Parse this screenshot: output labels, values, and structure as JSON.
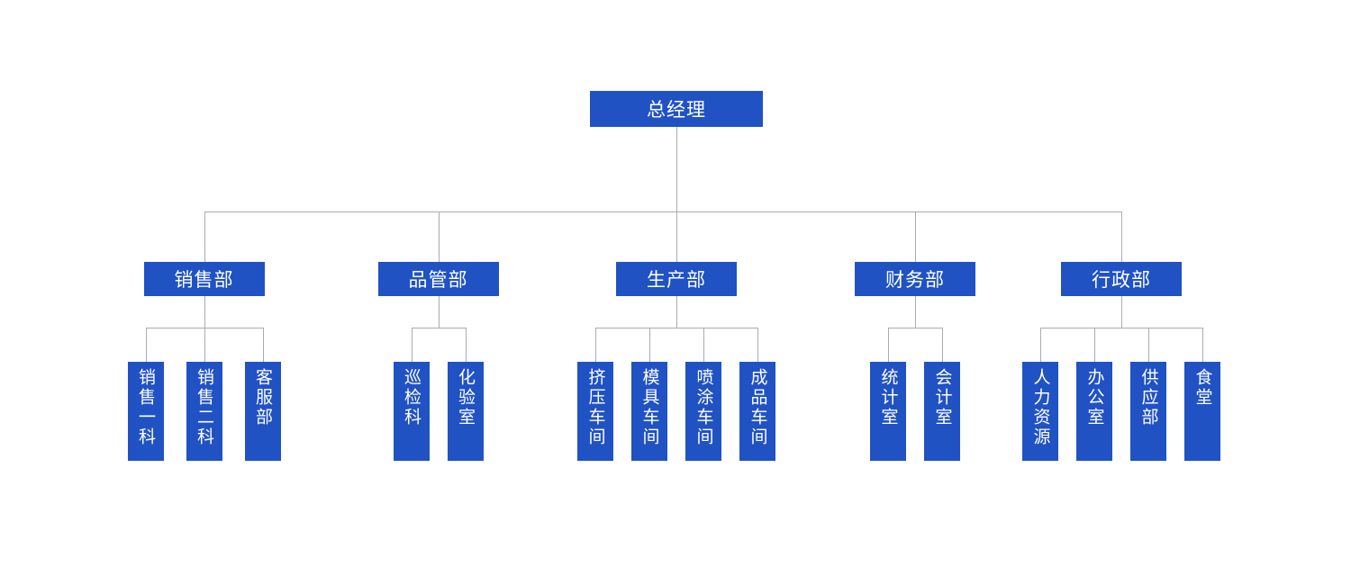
{
  "diagram": {
    "type": "org-chart",
    "root": {
      "label": "总经理"
    },
    "departments": [
      {
        "label": "销售部",
        "children": [
          "销售一科",
          "销售二科",
          "客服部"
        ]
      },
      {
        "label": "品管部",
        "children": [
          "巡检科",
          "化验室"
        ]
      },
      {
        "label": "生产部",
        "children": [
          "挤压车间",
          "模具车间",
          "喷涂车间",
          "成品车间"
        ]
      },
      {
        "label": "财务部",
        "children": [
          "统计室",
          "会计室"
        ]
      },
      {
        "label": "行政部",
        "children": [
          "人力资源",
          "办公室",
          "供应部",
          "食堂"
        ]
      }
    ],
    "colors": {
      "node_fill": "#2052c4",
      "node_text": "#ffffff",
      "connector": "#ababab",
      "background": "#ffffff"
    }
  }
}
